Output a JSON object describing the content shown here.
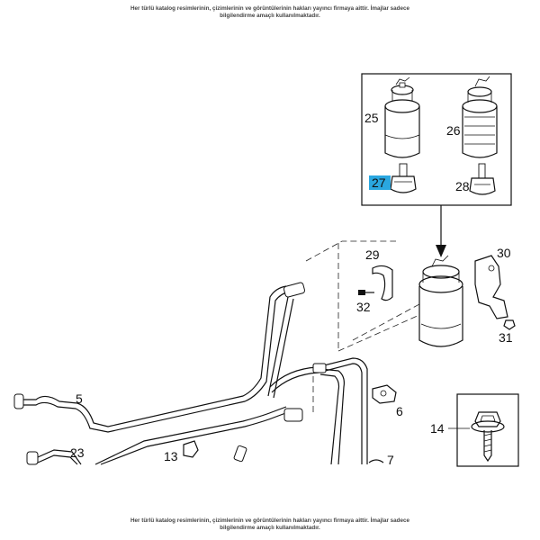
{
  "disclaimer": {
    "line1": "Her türlü katalog resimlerinin, çizimlerinin ve görüntülerinin hakları yayıncı firmaya aittir. İmajlar sadece",
    "line2": "bilgilendirme amaçlı kullanılmaktadır."
  },
  "callouts": {
    "c25": "25",
    "c26": "26",
    "c27": "27",
    "c28": "28",
    "c29": "29",
    "c30": "30",
    "c31": "31",
    "c32": "32",
    "c5": "5",
    "c6": "6",
    "c7": "7",
    "c13": "13",
    "c14": "14",
    "c23": "23"
  },
  "colors": {
    "highlight": "#2aa7e0",
    "line": "#111111"
  }
}
